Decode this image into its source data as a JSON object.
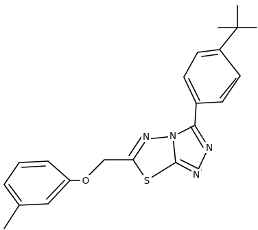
{
  "molecule": {
    "atoms": [
      {
        "id": "n1",
        "label": "N"
      },
      {
        "id": "n4",
        "label": "N"
      },
      {
        "id": "n2",
        "label": "N"
      },
      {
        "id": "n3",
        "label": "N"
      },
      {
        "id": "s1",
        "label": "S"
      },
      {
        "id": "o1",
        "label": "O"
      }
    ]
  }
}
